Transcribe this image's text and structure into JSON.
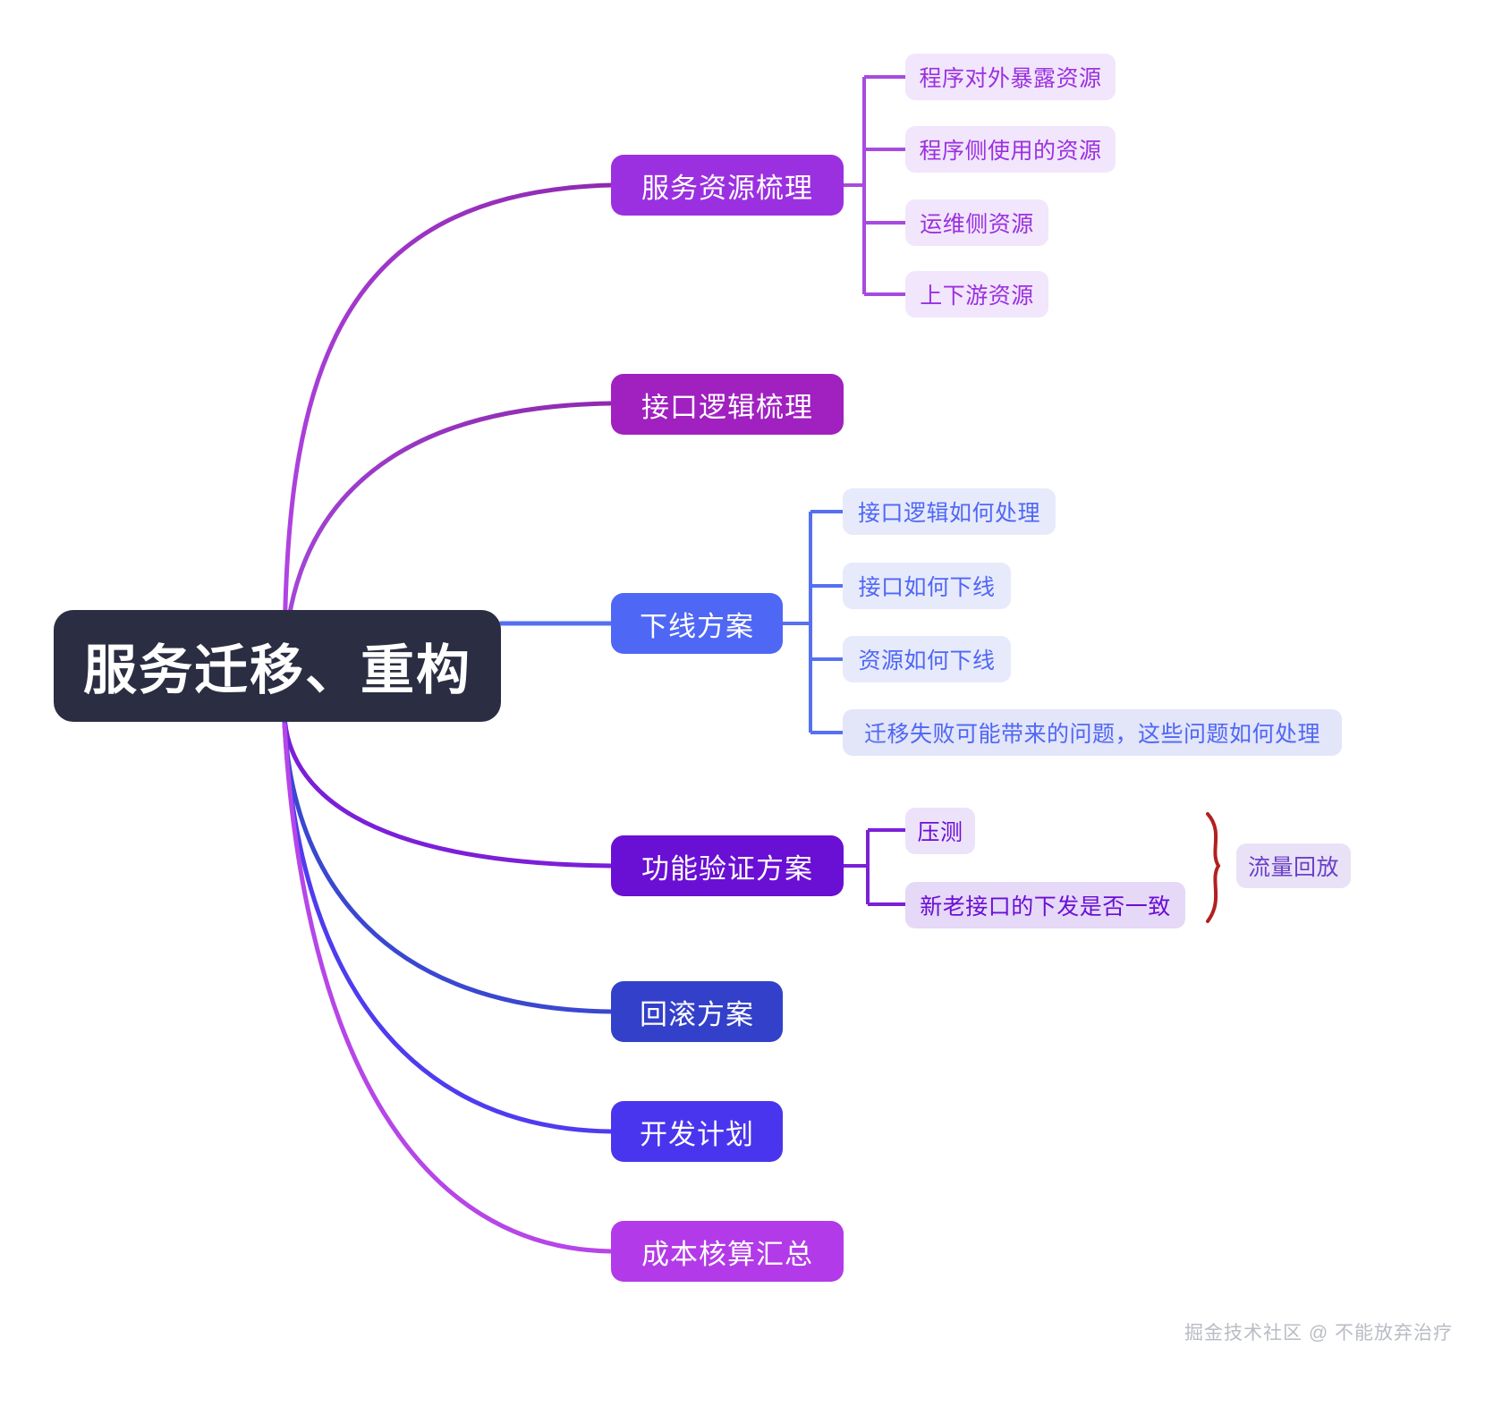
{
  "diagram": {
    "type": "mindmap",
    "title": "服务迁移、重构",
    "root": {
      "label": "服务迁移、重构",
      "bg_color": "#2b2d42",
      "text_color": "#ffffff"
    },
    "branches": [
      {
        "label": "服务资源梳理",
        "bg_color": "#9b30e0",
        "edge_color": "#a64be0",
        "children": [
          {
            "label": "程序对外暴露资源",
            "bg_color": "#f1e6fb",
            "text_color": "#9b30e0"
          },
          {
            "label": "程序侧使用的资源",
            "bg_color": "#f1e6fb",
            "text_color": "#9b30e0"
          },
          {
            "label": "运维侧资源",
            "bg_color": "#f1e6fb",
            "text_color": "#9b30e0"
          },
          {
            "label": "上下游资源",
            "bg_color": "#f1e6fb",
            "text_color": "#9b30e0"
          }
        ]
      },
      {
        "label": "接口逻辑梳理",
        "bg_color": "#a020c0",
        "edge_color": "#8e2ab0",
        "children": []
      },
      {
        "label": "下线方案",
        "bg_color": "#4f67f5",
        "edge_color": "#5570f0",
        "children": [
          {
            "label": "接口逻辑如何处理",
            "bg_color": "#e7eafb",
            "text_color": "#4f67f5"
          },
          {
            "label": "接口如何下线",
            "bg_color": "#e7eafb",
            "text_color": "#4f67f5"
          },
          {
            "label": "资源如何下线",
            "bg_color": "#e7eafb",
            "text_color": "#4f67f5"
          },
          {
            "label": "迁移失败可能带来的问题，这些问题如何处理",
            "bg_color": "#e3e5f8",
            "text_color": "#4f67f5"
          }
        ]
      },
      {
        "label": "功能验证方案",
        "bg_color": "#6a0fd4",
        "edge_color": "#7b1fd8",
        "children": [
          {
            "label": "压测",
            "bg_color": "#ece2f9",
            "text_color": "#6a0fd4"
          },
          {
            "label": "新老接口的下发是否一致",
            "bg_color": "#e6d8f7",
            "text_color": "#6a0fd4"
          }
        ]
      },
      {
        "label": "回滚方案",
        "bg_color": "#3340ca",
        "edge_color": "#3a47cf",
        "children": []
      },
      {
        "label": "开发计划",
        "bg_color": "#4a35ef",
        "edge_color": "#4f3bf0",
        "children": []
      },
      {
        "label": "成本核算汇总",
        "bg_color": "#b33ae8",
        "edge_color": "#b646e8",
        "children": []
      }
    ],
    "annotations": [
      {
        "label": "流量回放",
        "type": "brace-group",
        "brace_color": "#b32020",
        "bg_color": "#e9e2f7",
        "text_color": "#6a3fc8",
        "covers": [
          "压测",
          "新老接口的下发是否一致"
        ]
      }
    ],
    "watermark": "掘金技术社区 @ 不能放弃治疗"
  }
}
